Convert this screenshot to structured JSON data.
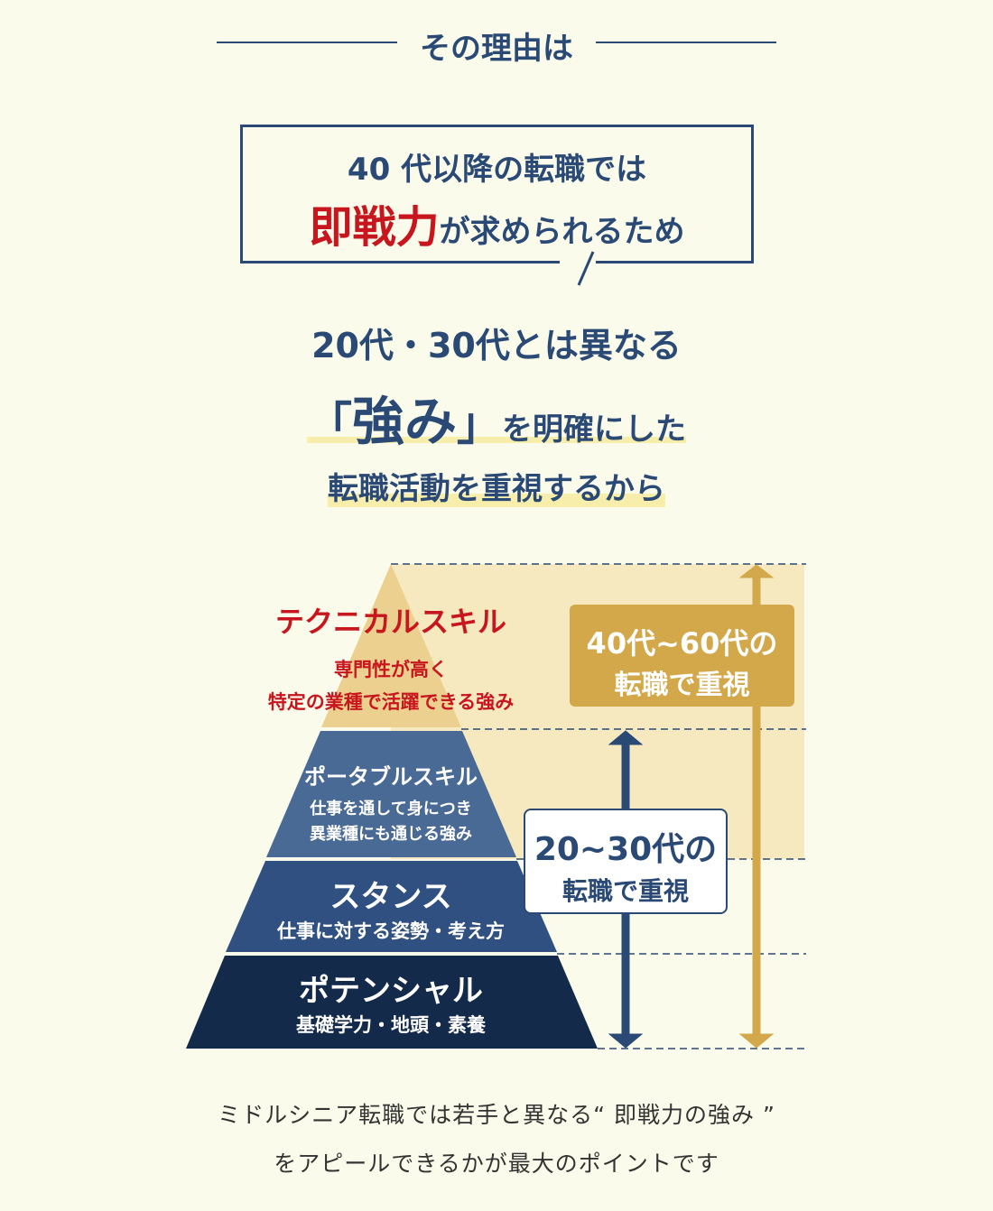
{
  "header": {
    "title": "その理由は"
  },
  "callout": {
    "line1": "40 代以降の転職では",
    "emphasis": "即戦力",
    "line2_rest": "が求められるため"
  },
  "message": {
    "line1": "20代・30代とは異なる",
    "bracket_open": "「",
    "strength": "強み",
    "bracket_close": "」",
    "line2_rest": "を明確にした",
    "line3": "転職活動を重視するから"
  },
  "pyramid": {
    "tiers": [
      {
        "title": "テクニカルスキル",
        "desc1": "専門性が高く",
        "desc2": "特定の業種で活躍できる強み"
      },
      {
        "title": "ポータブルスキル",
        "desc1": "仕事を通して身につき",
        "desc2": "異業種にも通じる強み"
      },
      {
        "title": "スタンス",
        "desc1": "仕事に対する姿勢・考え方"
      },
      {
        "title": "ポテンシャル",
        "desc1": "基礎学力・地頭・素養"
      }
    ],
    "senior_label": {
      "line1": "40代~60代の",
      "line2": "転職で重視"
    },
    "young_label": {
      "line1": "20~30代の",
      "line2": "転職で重視"
    }
  },
  "footer": {
    "line1": "ミドルシニア転職では若手と異なる“ 即戦力の強み ”",
    "line2": "をアピールできるかが最大のポイントです"
  },
  "colors": {
    "navy": "#2a4a75",
    "red": "#c8161e",
    "gold": "#d2a84a",
    "cream": "#fafbea"
  }
}
